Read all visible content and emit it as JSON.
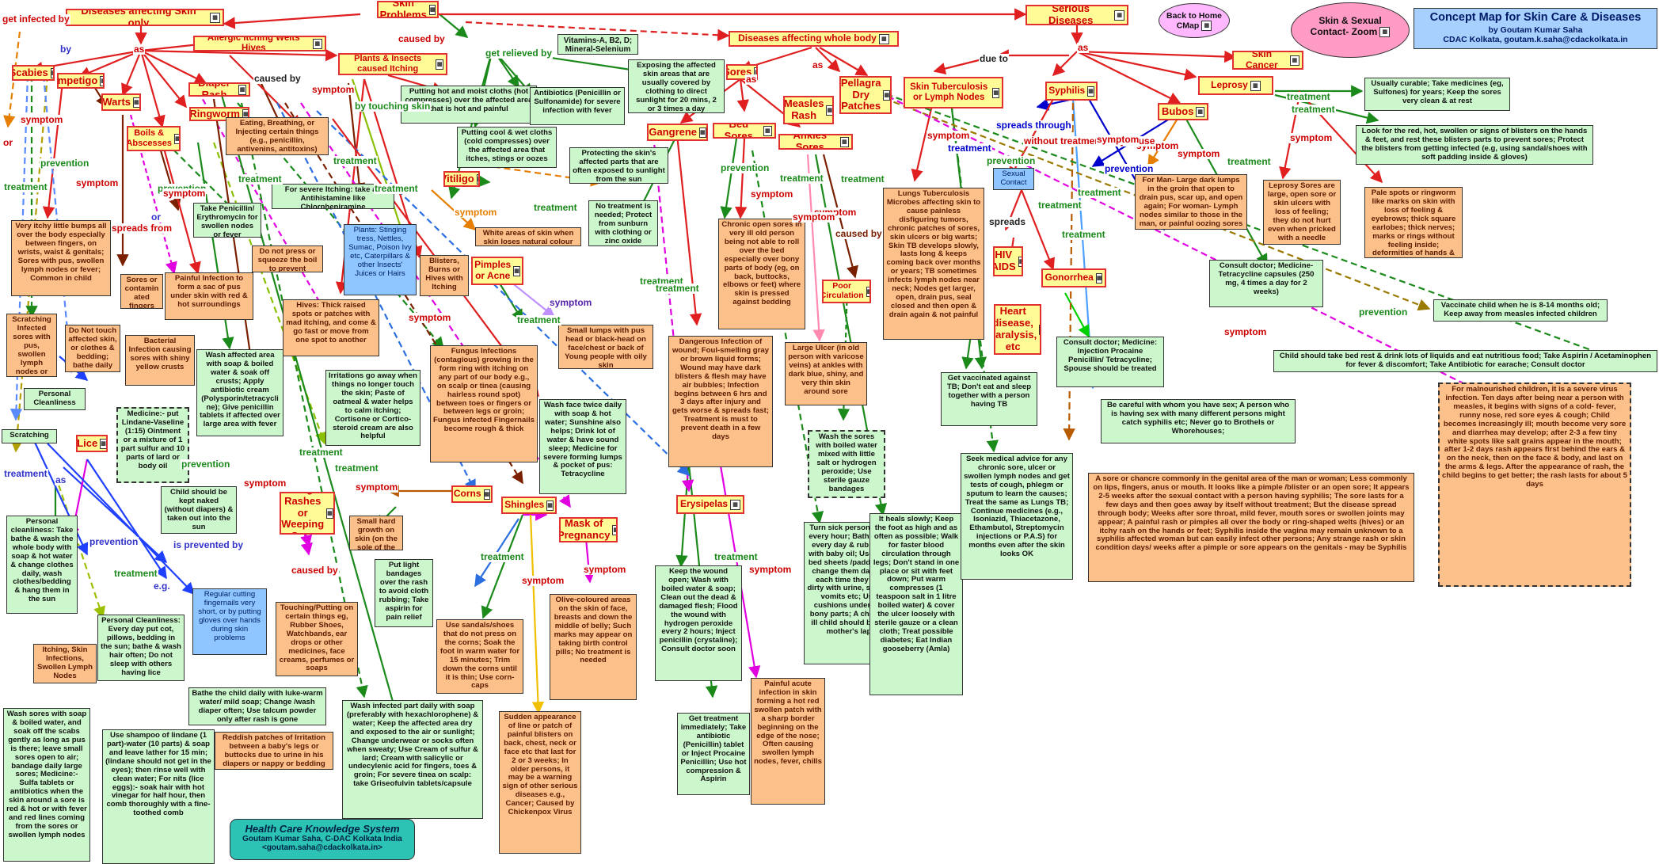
{
  "header": {
    "title": "Concept Map for Skin Care & Diseases",
    "author": "by Goutam Kumar Saha",
    "org": "CDAC Kolkata, goutam.k.saha@cdackolkata.in",
    "back_button": "Back to Home CMap",
    "zoom_button": "Skin & Sexual Contact- Zoom"
  },
  "footer": {
    "title": "Health Care Knowledge System",
    "line1": "Goutam Kumar Saha, C-DAC Kolkata India",
    "line2": "<goutam.saha@cdackolkata.in>"
  },
  "colors": {
    "concept_fill": "#fffb96",
    "concept_border": "#e03030",
    "green_fill": "#ccf7cc",
    "orange_fill": "#fcc08a",
    "blue_fill": "#8fc6ff",
    "header_fill": "#a8d0ff",
    "zoom_fill": "#ff9bc4",
    "back_fill": "#ffb8ff",
    "footer_fill": "#2cc3b5"
  },
  "nodes": [
    {
      "id": "n0",
      "t": "Skin Problems",
      "s": "c"
    },
    {
      "id": "n1",
      "t": "Diseases affecting Skin only",
      "s": "c"
    },
    {
      "id": "n2",
      "t": "Serious Diseases",
      "s": "c"
    },
    {
      "id": "n3",
      "t": "Diseases affecting whole body",
      "s": "c"
    },
    {
      "id": "n4",
      "t": "Vitamins-A, B2, D; Mineral-Selenium",
      "s": "g"
    },
    {
      "id": "n5",
      "t": "Allergic Itching Welts Hives",
      "s": "c"
    },
    {
      "id": "n6",
      "t": "Plants & Insects caused Itching",
      "s": "c"
    },
    {
      "id": "n7",
      "t": "Scabies",
      "s": "c"
    },
    {
      "id": "n8",
      "t": "Impetigo",
      "s": "c"
    },
    {
      "id": "n9",
      "t": "Diaper Rash",
      "s": "c"
    },
    {
      "id": "n10",
      "t": "Warts",
      "s": "c"
    },
    {
      "id": "n11",
      "t": "Ringworm",
      "s": "c"
    },
    {
      "id": "n12",
      "t": "Boils & Abscesses",
      "s": "c"
    },
    {
      "id": "n13",
      "t": "Putting hot and moist cloths (hot compresses) over the affected area that is hot and painful",
      "s": "g"
    },
    {
      "id": "n14",
      "t": "Antibiotics (Penicillin or Sulfonamide) for severe infection with fever",
      "s": "g"
    },
    {
      "id": "n15",
      "t": "Exposing the affected skin areas that are usually covered by clothing to direct sunlight for 20 mins, 2 or 3 times a day",
      "s": "g"
    },
    {
      "id": "n16",
      "t": "Putting cool & wet cloths (cold compresses) over the affected area that itches, stings or oozes",
      "s": "g"
    },
    {
      "id": "n17",
      "t": "Eating, Breathing, or Injecting certain things (e.g., penicillin, antivenins, antitoxins)",
      "s": "o"
    },
    {
      "id": "n18",
      "t": "For severe Itching: take an Antihistamine like Chlorpheniramine",
      "s": "g"
    },
    {
      "id": "n19",
      "t": "Protecting the skin's affected parts that are often exposed to sunlight from the sun",
      "s": "g"
    },
    {
      "id": "n20",
      "t": "Vitiligo",
      "s": "c"
    },
    {
      "id": "n21",
      "t": "No treatment is needed; Protect from sunburn with clothing or zinc oxide ointment",
      "s": "g"
    },
    {
      "id": "n22",
      "t": "White areas of skin when skin loses natural colour",
      "s": "o"
    },
    {
      "id": "n23",
      "t": "Take Penicillin/ Erythromycin for swollen nodes or fever",
      "s": "g"
    },
    {
      "id": "n24",
      "t": "Do not press or squeeze the boil to prevent infection spread",
      "s": "o"
    },
    {
      "id": "n25",
      "t": "Plants: Stinging tress, Nettles, Sumac, Poison Ivy etc, Caterpillars & other Insects' Juices or Hairs",
      "s": "b"
    },
    {
      "id": "n26",
      "t": "Blisters, Burns or Hives with Itching",
      "s": "o"
    },
    {
      "id": "n27",
      "t": "Pimples or Acne",
      "s": "c"
    },
    {
      "id": "n28",
      "t": "Very itchy little bumps all over the body especially between fingers, on wrists, waist & genitals; Sores with pus, swollen lymph nodes or fever; Common in child",
      "s": "o"
    },
    {
      "id": "n29",
      "t": "Sores or contaminated fingers",
      "s": "o"
    },
    {
      "id": "n30",
      "t": "Painful Infection to form a sac of pus under skin with red & hot surroundings",
      "s": "o"
    },
    {
      "id": "n31",
      "t": "Hives: Thick raised spots or patches with mad itching, and come & go fast or move from one spot to another",
      "s": "o"
    },
    {
      "id": "n32",
      "t": "Fungus Infections (contagious) growing in the form ring with itching on any part of our body e.g., on scalp or tinea (causing hairless round spot) between toes or fingers or between legs or groin; Fungus infected Fingernails become rough & thick",
      "s": "o"
    },
    {
      "id": "n33",
      "t": "Small lumps with pus head or black-head on face/chest or back of Young people with oily skin",
      "s": "o"
    },
    {
      "id": "n34",
      "t": "Scratching Infected sores with pus, swollen lymph nodes or fever",
      "s": "o"
    },
    {
      "id": "n35",
      "t": "Do Not touch affected skin, or clothes & bedding; bathe daily",
      "s": "o"
    },
    {
      "id": "n36",
      "t": "Bacterial Infection causing sores with shiny yellow crusts",
      "s": "o"
    },
    {
      "id": "n37",
      "t": "Wash affected area with soap & boiled water & soak off crusts; Apply antibiotic cream (Polysporin/tetracycline); Give penicillin tablets if affected over large area with fever",
      "s": "g"
    },
    {
      "id": "n38",
      "t": "Irritations go away when things no longer touch the skin; Paste of oatmeal & water helps to calm itching; Cortisone or Cortico-steroid cream are also helpful",
      "s": "g"
    },
    {
      "id": "n39",
      "t": "Wash face twice daily with soap & hot water; Sunshine also helps; Drink lot of water & have sound sleep; Medicine for severe forming lumps & pocket of pus: Tetracycline",
      "s": "g"
    },
    {
      "id": "n40",
      "t": "Personal Cleanliness",
      "s": "g"
    },
    {
      "id": "n41",
      "t": "Scratching",
      "s": "g"
    },
    {
      "id": "n42",
      "t": "Medicine:- put Lindane-Vaseline (1:15) Ointment or a mixture of 1 part sulfur and 10 parts of lard or body oil",
      "s": "g dash"
    },
    {
      "id": "n43",
      "t": "Lice",
      "s": "c"
    },
    {
      "id": "n44",
      "t": "Child should be kept naked (without diapers) & taken out into the sun",
      "s": "g"
    },
    {
      "id": "n45",
      "t": "Allergic Rashes or Weeping Sore",
      "s": "c"
    },
    {
      "id": "n46",
      "t": "Small hard growth on skin (on the sole of the foot)",
      "s": "o"
    },
    {
      "id": "n47",
      "t": "Corns",
      "s": "c"
    },
    {
      "id": "n48",
      "t": "Shingles",
      "s": "c"
    },
    {
      "id": "n49",
      "t": "Mask of Pregnancy",
      "s": "c"
    },
    {
      "id": "n50",
      "t": "Personal cleanliness: Take bathe & wash the whole body with soap & hot water & change clothes daily, wash clothes/bedding & hang them in the sun",
      "s": "g"
    },
    {
      "id": "n51",
      "t": "Regular cutting fingernails very short, or by putting gloves over hands during skin problems",
      "s": "b"
    },
    {
      "id": "n52",
      "t": "Personal Cleanliness: Every day put cot, pillows, bedding in the sun; bathe & wash hair often; Do not sleep with others having lice",
      "s": "g"
    },
    {
      "id": "n53",
      "t": "Itching, Skin Infections, Swollen Lymph Nodes",
      "s": "o"
    },
    {
      "id": "n54",
      "t": "Touching/Putting on certain things eg, Rubber Shoes, Watchbands, ear drops or other medicines, face creams, perfumes or soaps",
      "s": "o"
    },
    {
      "id": "n55",
      "t": "Put light bandages over the rash to avoid cloth rubbing; Take aspirin for pain relief",
      "s": "g"
    },
    {
      "id": "n56",
      "t": "Use sandals/shoes that do not press on the corns; Soak the foot in warm water for 15 minutes; Trim down the corns until it is thin; Use corn-caps",
      "s": "o"
    },
    {
      "id": "n57",
      "t": "Olive-coloured areas on the skin of face, breasts and down the middle of belly; Such marks may appear on taking birth control pills; No treatment is needed",
      "s": "o"
    },
    {
      "id": "n58",
      "t": "Bathe the child daily with luke-warm water/ mild soap; Change /wash diaper often; Use talcum powder only after rash is gone",
      "s": "g"
    },
    {
      "id": "n59",
      "t": "Reddish patches of Irritation between a baby's legs or buttocks due to urine in his diapers or nappy or bedding",
      "s": "o"
    },
    {
      "id": "n60",
      "t": "Wash infected part daily with soap (preferably with hexachlorophene) & water; Keep the affected area dry and exposed to the air or sunlight; Change underwear or socks often when sweaty; Use Cream of sulfur & lard; Cream with salicylic or undecylenic acid for fingers, toes & groin; For severe tinea on scalp: take Griseofulvin tablets/capsule",
      "s": "g"
    },
    {
      "id": "n61",
      "t": "Wash sores with soap & boiled water, and soak off the scabs gently as long as pus is there; leave small sores open to air; bandage daily large sores; Medicine:- Sulfa tablets or antibiotics when the skin around a sore is red & hot or with fever and red lines coming from the sores or swollen lymph nodes",
      "s": "g"
    },
    {
      "id": "n62",
      "t": "Use shampoo of lindane (1 part)-water (10 parts) & soap and leave lather for 15 min; (lindane should not get in the eyes); then rinse well with clean water; For nits (lice eggs):- soak hair with hot vinegar for half hour, then comb thoroughly with a fine-toothed comb",
      "s": "g"
    },
    {
      "id": "n63",
      "t": "Sudden appearance of line or patch of painful blisters on back, chest, neck or face etc that last for 2 or 3 weeks; In older persons, it may be a warning sign of other serious diseases e.g., Cancer; Caused by Chickenpox Virus",
      "s": "o"
    },
    {
      "id": "n64",
      "t": "Sores",
      "s": "c"
    },
    {
      "id": "n65",
      "t": "Measles Rash",
      "s": "c"
    },
    {
      "id": "n66",
      "t": "Pellagra Dry Patches",
      "s": "c"
    },
    {
      "id": "n67",
      "t": "Gangrene",
      "s": "c"
    },
    {
      "id": "n68",
      "t": "Bed Sores",
      "s": "c"
    },
    {
      "id": "n69",
      "t": "Ankles Sores",
      "s": "c"
    },
    {
      "id": "n70",
      "t": "Chronic open sores in very ill old person being not able to roll over the bed especially over bony parts of body (eg, on back, buttocks, elbows or feet) where skin is pressed against bedding",
      "s": "o"
    },
    {
      "id": "n71",
      "t": "Dangerous Infection of wound; Foul-smelling gray or brown liquid forms; Wound may have dark blisters & flesh may have air bubbles; Infection begins between 6 hrs and 3 days after injury and gets worse & spreads fast; Treatment is must to prevent death in a few days",
      "s": "o"
    },
    {
      "id": "n72",
      "t": "Large Ulcer (in old person with varicose veins) at ankles with dark blue, shiny, and very thin skin around sore",
      "s": "o"
    },
    {
      "id": "n73",
      "t": "Poor Circulation",
      "s": "c"
    },
    {
      "id": "n74",
      "t": "Wash the sores with boiled water mixed with little salt or hydrogen peroxide; Use sterile gauze bandages",
      "s": "g dash"
    },
    {
      "id": "n75",
      "t": "Erysipelas",
      "s": "c"
    },
    {
      "id": "n76",
      "t": "Keep the wound open; Wash with boiled water & soap; Clean out the dead & damaged flesh; Flood the wound with hydrogen peroxide every 2 hours; Inject penicillin (crystaline); Consult doctor soon",
      "s": "g"
    },
    {
      "id": "n77",
      "t": "Get treatment immediately; Take antibiotic (Penicillin) tablet or Inject Procaine Penicillin; Use hot compression & Aspirin",
      "s": "g"
    },
    {
      "id": "n78",
      "t": "Painful acute infection in skin forming a hot red swollen patch with a sharp border beginning on the edge of the nose; Often causing swollen lymph nodes, fever, chills",
      "s": "o"
    },
    {
      "id": "n79",
      "t": "Turn sick person over every hour; Bathe him every day & rub skin with baby oil; Use soft bed sheets /padding & change them daily & each time they get dirty with urine, stools, vomits etc; Use cushions under the bony parts; A chronic ill child should be on mother's lap",
      "s": "g"
    },
    {
      "id": "n80",
      "t": "It heals slowly; Keep the foot as high and as often as possible; Walk for faster blood circulation through legs; Don't stand in one place or sit with feet down; Put warm compresses (1 teaspoon salt in 1 litre boiled water) & cover the ulcer loosely with sterile gauze or a clean cloth; Treat possible diabetes; Eat Indian gooseberry (Amla)",
      "s": "g"
    },
    {
      "id": "n81",
      "t": "Skin Tuberculosis or Lymph Nodes",
      "s": "c"
    },
    {
      "id": "n82",
      "t": "Syphilis",
      "s": "c"
    },
    {
      "id": "n83",
      "t": "Leprosy",
      "s": "c"
    },
    {
      "id": "n84",
      "t": "Skin Cancer",
      "s": "c"
    },
    {
      "id": "n85",
      "t": "Bubos",
      "s": "c"
    },
    {
      "id": "n86",
      "t": "Lungs Tuberculosis Microbes affecting skin to cause painless disfiguring tumors, chronic patches of sores, skin ulcers or big warts; Skin TB develops slowly, lasts long & keeps coming back over months or years; TB sometimes infects lymph nodes near neck; Nodes get larger, open, drain pus, seal closed and then open & drain again & not painful",
      "s": "o"
    },
    {
      "id": "n87",
      "t": "Sexual Contact",
      "s": "b"
    },
    {
      "id": "n88",
      "t": "HIV AIDS",
      "s": "c"
    },
    {
      "id": "n89",
      "t": "Gonorrhea",
      "s": "c"
    },
    {
      "id": "n90",
      "t": "Heart disease, paralysis, etc",
      "s": "c"
    },
    {
      "id": "n91",
      "t": "Usually curable; Take medicines (eg, Sulfones) for years; Keep the sores very clean & at rest",
      "s": "g"
    },
    {
      "id": "n92",
      "t": "Look for the red, hot, swollen or signs of blisters on the hands & feet, and rest these blisters parts to prevent sores; Protect the blisters from getting infected (e.g, using sandal/shoes with soft padding inside & gloves)",
      "s": "g"
    },
    {
      "id": "n93",
      "t": "For Man- Large dark lumps in the groin that open to drain pus, scar up, and open again; For woman- Lymph nodes similar to those in the man, or painful oozing sores in the anus",
      "s": "o"
    },
    {
      "id": "n94",
      "t": "Leprosy Sores are large, open sore or skin ulcers with loss of feeling; they do not hurt even when pricked with a needle",
      "s": "o"
    },
    {
      "id": "n95",
      "t": "Pale spots or ringworm like marks on skin with loss of feeling & eyebrows; thick square earlobes; thick nerves; marks or rings without feeling inside; deformities of hands & feet",
      "s": "o"
    },
    {
      "id": "n96",
      "t": "Consult doctor; Medicine- Tetracycline capsules (250 mg, 4 times a day for 2 weeks)",
      "s": "g"
    },
    {
      "id": "n97",
      "t": "Vaccinate child when he is 8-14 months old; Keep away from measles infected children",
      "s": "g"
    },
    {
      "id": "n98",
      "t": "Child should take bed rest & drink lots of liquids and eat nutritious food; Take Aspirin / Acetaminophen for fever & discomfort; Take Antibiotic for earache; Consult doctor",
      "s": "g"
    },
    {
      "id": "n99",
      "t": "Consult doctor; Medicine: Injection Procaine Penicillin/ Tetracycline; Spouse should be treated",
      "s": "g"
    },
    {
      "id": "n100",
      "t": "Get vaccinated against TB; Don't eat and sleep together with a person having TB",
      "s": "g"
    },
    {
      "id": "n101",
      "t": "Be careful with whom you have sex; A person who is having sex with many different persons might catch syphilis etc; Never go to Brothels or Whorehouses;",
      "s": "g"
    },
    {
      "id": "n102",
      "t": "For malnourished children, it is a severe virus infection. Ten days after being near a person with measles, it begins with signs of a cold- fever, runny nose, red sore eyes & cough; Child becomes increasingly ill; mouth become very sore and diarrhea may develop; after 2-3 a few tiny white spots like salt grains appear in the mouth; after 1-2 days rash appears first behind the ears & on the neck, then on the face & body, and last on the arms & legs. After the appearance of rash, the child begins to get better; the rash lasts for about 5 days",
      "s": "o dash"
    },
    {
      "id": "n103",
      "t": "Seek medical advice for any chronic sore, ulcer or swollen lymph nodes and get tests of cough, phlegm or sputum to learn the causes; Treat the same as Lungs TB; Continue medicines (e.g., Isoniazid, Thiacetazone, Ethambutol, Streptomycin injections or P.A.S) for months even after the skin looks OK",
      "s": "g"
    },
    {
      "id": "n104",
      "t": "A sore or chancre commonly in the genital area of the man or woman; Less commonly on lips, fingers, anus or mouth. It looks like a pimple /blister or an open sore; It appears 2-5 weeks after the sexual contact with a person having syphilis; The sore lasts for a few days and then goes away by itself without treatment; But the disease spread through body; Weeks after sore throat, mild fever, mouth sores or swollen joints may appear; A painful rash or pimples all over the body or ring-shaped welts (hives) or an itchy rash on the hands or feet; Syphilis inside the vagina may remain unknown to a syphilis affected woman but can easily infect other persons; Any strange rash or skin condition days/ weeks after a pimple or sore appears on the genitals - may be Syphilis",
      "s": "o"
    }
  ],
  "labels": [
    "get infected by",
    "as",
    "caused by",
    "get relieved by",
    "caused by",
    "symptom",
    "by touching skin",
    "by",
    "treatment",
    "prevention",
    "symptom",
    "or",
    "treatment",
    "symptom",
    "prevention",
    "or",
    "treatment",
    "symptom",
    "spreads from",
    "treatment",
    "symptom",
    "symptom",
    "symptom",
    "treatment",
    "treatment",
    "treatment",
    "treatment",
    "symptom",
    "treatment",
    "as",
    "treatment",
    "prevention",
    "is prevented by",
    "e.g.",
    "prevention",
    "treatment",
    "symptom",
    "caused by",
    "symptom",
    "treatment",
    "treatment",
    "symptom",
    "symptom",
    "as",
    "as",
    "prevention",
    "treatment",
    "symptom",
    "symptom",
    "treatment",
    "caused by",
    "treatment",
    "symptom",
    "treatment",
    "due to",
    "as",
    "spreads through",
    "without treatment may cause",
    "symptom",
    "prevention",
    "treatment",
    "spreads",
    "treatment",
    "symptom",
    "treatment",
    "symptom",
    "symptom",
    "treatment",
    "treatment",
    "prevention",
    "treatment",
    "prevention",
    "symptom",
    "symptom"
  ]
}
